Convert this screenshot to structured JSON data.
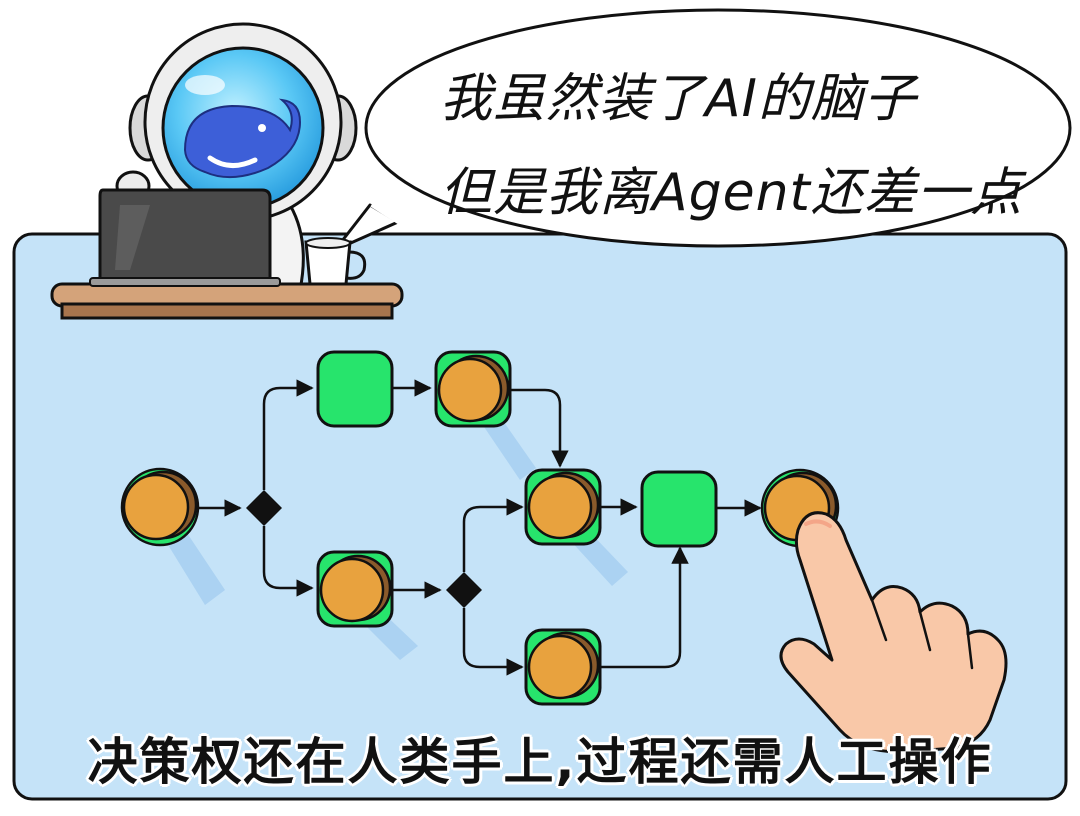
{
  "speech_bubble": {
    "line1": "我虽然装了AI的脑子",
    "line2": "但是我离Agent还差一点"
  },
  "caption": "决策权还在人类手上,过程还需人工操作",
  "colors": {
    "panel_fill": "#c5e3f8",
    "task_green": "#27e46c",
    "human_orange": "#e8a23e",
    "human_shadow": "#8a5a2b",
    "gateway_black": "#111111",
    "helmet_blue": "#5ac8f5",
    "whale_blue": "#3d5fd8",
    "desk_wood": "#d4a37a",
    "laptop_gray": "#4a4a4a",
    "hand_skin": "#f9c8a8"
  },
  "icons": {
    "mascot": "astronaut-whale-icon",
    "laptop": "laptop-icon",
    "mug": "coffee-mug-icon",
    "hand": "pointing-hand-icon",
    "gateway": "diamond-gateway-icon"
  },
  "flow_nodes": [
    {
      "id": "start",
      "type": "human"
    },
    {
      "id": "gw1",
      "type": "gateway"
    },
    {
      "id": "top_task",
      "type": "task"
    },
    {
      "id": "top_human",
      "type": "human"
    },
    {
      "id": "bottom_human",
      "type": "human"
    },
    {
      "id": "gw2",
      "type": "gateway"
    },
    {
      "id": "mid_human",
      "type": "human"
    },
    {
      "id": "low_human",
      "type": "human"
    },
    {
      "id": "mid_task",
      "type": "task"
    },
    {
      "id": "end_human",
      "type": "human"
    }
  ],
  "flow_edges": [
    {
      "from": "start",
      "to": "gw1"
    },
    {
      "from": "gw1",
      "to": "top_task"
    },
    {
      "from": "gw1",
      "to": "bottom_human"
    },
    {
      "from": "top_task",
      "to": "top_human"
    },
    {
      "from": "top_human",
      "to": "mid_human"
    },
    {
      "from": "bottom_human",
      "to": "gw2"
    },
    {
      "from": "gw2",
      "to": "mid_human"
    },
    {
      "from": "gw2",
      "to": "low_human"
    },
    {
      "from": "mid_human",
      "to": "mid_task"
    },
    {
      "from": "low_human",
      "to": "mid_task"
    },
    {
      "from": "mid_task",
      "to": "end_human"
    }
  ]
}
